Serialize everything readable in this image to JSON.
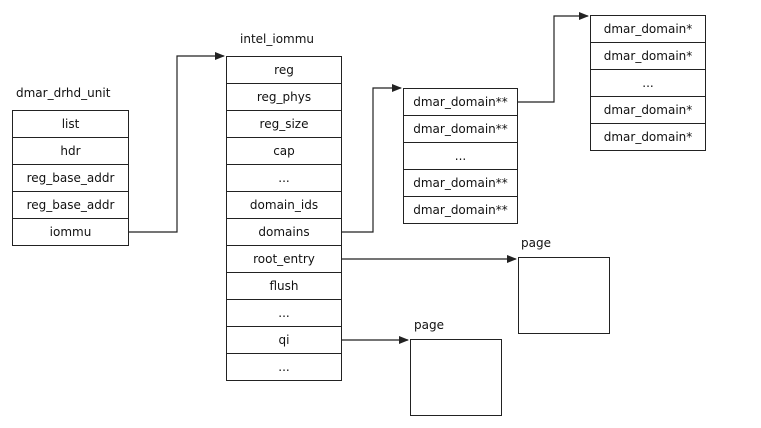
{
  "dmar_drhd_unit": {
    "title": "dmar_drhd_unit",
    "fields": [
      "list",
      "hdr",
      "reg_base_addr",
      "reg_base_addr",
      "iommu"
    ]
  },
  "intel_iommu": {
    "title": "intel_iommu",
    "fields": [
      "reg",
      "reg_phys",
      "reg_size",
      "cap",
      "...",
      "domain_ids",
      "domains",
      "root_entry",
      "flush",
      "...",
      "qi",
      "..."
    ]
  },
  "domains_array": {
    "fields": [
      "dmar_domain**",
      "dmar_domain**",
      "...",
      "dmar_domain**",
      "dmar_domain**"
    ]
  },
  "domain_array": {
    "fields": [
      "dmar_domain*",
      "dmar_domain*",
      "...",
      "dmar_domain*",
      "dmar_domain*"
    ]
  },
  "root_entry_page": {
    "label": "page"
  },
  "qi_page": {
    "label": "page"
  }
}
